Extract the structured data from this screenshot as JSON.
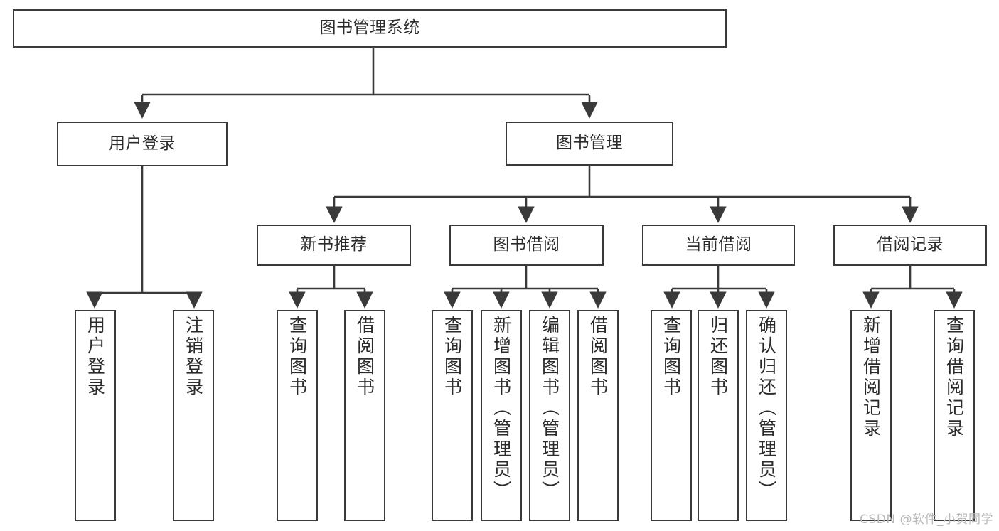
{
  "diagram": {
    "title": "图书管理系统",
    "watermark": "CSDN @软件_小贺同学",
    "colors": {
      "box_border": "#3a3a3a",
      "box_fill": "#ffffff",
      "edge": "#3a3a3a",
      "text": "#2b2b2b",
      "watermark": "#b9b9b9",
      "background": "#ffffff"
    },
    "root": {
      "label": "图书管理系统"
    },
    "level2": [
      {
        "label": "用户登录"
      },
      {
        "label": "图书管理"
      }
    ],
    "level3": [
      {
        "label": "新书推荐"
      },
      {
        "label": "图书借阅"
      },
      {
        "label": "当前借阅"
      },
      {
        "label": "借阅记录"
      }
    ],
    "leaves": {
      "user_login": [
        {
          "label": "用户登录"
        },
        {
          "label": "注销登录"
        }
      ],
      "new_book": [
        {
          "label": "查询图书"
        },
        {
          "label": "借阅图书"
        }
      ],
      "book_borrow": [
        {
          "label": "查询图书"
        },
        {
          "label": "新增图书（管理员）"
        },
        {
          "label": "编辑图书（管理员）"
        },
        {
          "label": "借阅图书"
        }
      ],
      "current_borrow": [
        {
          "label": "查询图书"
        },
        {
          "label": "归还图书"
        },
        {
          "label": "确认归还（管理员）"
        }
      ],
      "borrow_record": [
        {
          "label": "新增借阅记录"
        },
        {
          "label": "查询借阅记录"
        }
      ]
    }
  }
}
